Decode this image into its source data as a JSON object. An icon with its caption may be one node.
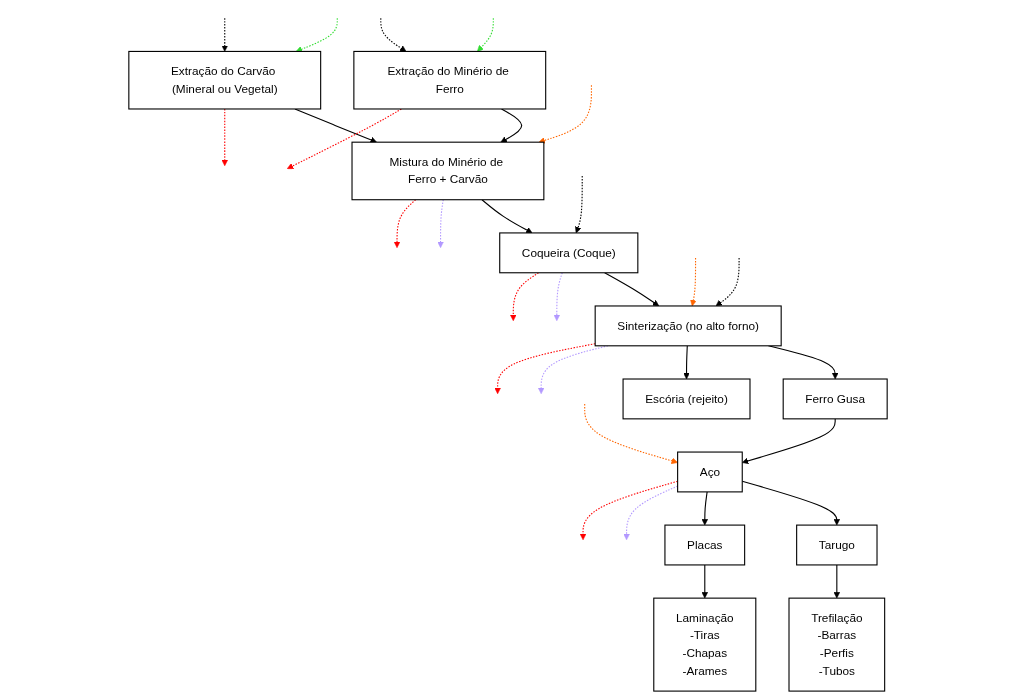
{
  "diagram": {
    "nodes": [
      {
        "text": [
          "Extração do Minério de Ferro"
        ]
      },
      {
        "text": [
          "Extração do Carvão (Mineral ou Vegetal)"
        ]
      },
      {
        "text": [
          "Aço"
        ]
      },
      {
        "text": [
          "Mistura do Minério de Ferro + Carvão"
        ]
      },
      {
        "text": [
          "Tarugo"
        ]
      },
      {
        "text": [
          "Placas"
        ]
      },
      {
        "text": [
          "Coqueira (Coque)"
        ]
      },
      {
        "text": [
          "Trefilação",
          "-Barras",
          "-Perfis",
          "-Tubos"
        ]
      },
      {
        "text": [
          "Laminação",
          "-Tiras",
          "-Chapas",
          "-Arames"
        ]
      },
      {
        "text": [
          "Sinterização (no alto forno)"
        ]
      },
      {
        "text": [
          "Ferro Gusa"
        ]
      },
      {
        "text": [
          "Escória (rejeito)"
        ]
      }
    ],
    "edges": [
      {
        "from": 0,
        "to": 3,
        "arrow": "to"
      },
      {
        "from": 1,
        "to": 3,
        "arrow": "to"
      },
      {
        "from": 3,
        "to": 6,
        "arrow": "to"
      },
      {
        "from": 6,
        "to": 9,
        "arrow": "to"
      },
      {
        "from": 9,
        "to": 10,
        "arrow": "to"
      },
      {
        "from": 9,
        "to": 11,
        "arrow": "to"
      },
      {
        "from": 10,
        "to": 2,
        "arrow": "to"
      },
      {
        "from": 2,
        "to": 4,
        "arrow": "to"
      },
      {
        "from": 2,
        "to": 5,
        "arrow": "to"
      },
      {
        "from": 4,
        "to": 7,
        "arrow": "to"
      },
      {
        "from": 5,
        "to": 8,
        "arrow": "to"
      },
      {
        "from": null,
        "to": 0,
        "arrow": "to",
        "style": "dashed",
        "color": "#33dd33"
      },
      {
        "from": null,
        "to": 0,
        "arrow": "to",
        "style": "dashed"
      },
      {
        "from": 0,
        "to": null,
        "arrow": "to",
        "style": "dashed",
        "color": "#ff0000"
      },
      {
        "from": null,
        "to": 1,
        "arrow": "to",
        "style": "dashed",
        "color": "#33dd33"
      },
      {
        "from": null,
        "to": 1,
        "arrow": "to",
        "style": "dashed"
      },
      {
        "from": 1,
        "to": null,
        "arrow": "to",
        "style": "dashed",
        "color": "#ff0000"
      },
      {
        "from": null,
        "to": 2,
        "arrow": "to",
        "style": "dashed",
        "color": "#ff6600"
      },
      {
        "from": 2,
        "to": null,
        "arrow": "to",
        "style": "dashed",
        "color": "#b399ff"
      },
      {
        "from": 2,
        "to": null,
        "arrow": "to",
        "style": "dashed",
        "color": "#ff0000"
      },
      {
        "from": null,
        "to": 3,
        "arrow": "to",
        "style": "dashed",
        "color": "#ff6600"
      },
      {
        "from": 3,
        "to": null,
        "arrow": "to",
        "style": "dashed",
        "color": "#b399ff"
      },
      {
        "from": 3,
        "to": null,
        "arrow": "to",
        "style": "dashed",
        "color": "#ff0000"
      },
      {
        "from": null,
        "to": 6,
        "arrow": "to",
        "style": "dashed"
      },
      {
        "from": 6,
        "to": null,
        "arrow": "to",
        "style": "dashed",
        "color": "#b399ff"
      },
      {
        "from": 6,
        "to": null,
        "arrow": "to",
        "style": "dashed",
        "color": "#ff0000"
      },
      {
        "from": null,
        "to": 9,
        "arrow": "to",
        "style": "dashed",
        "color": "#ff6600"
      },
      {
        "from": null,
        "to": 9,
        "arrow": "to",
        "style": "dashed"
      },
      {
        "from": 9,
        "to": null,
        "arrow": "to",
        "style": "dashed",
        "color": "#b399ff"
      },
      {
        "from": 9,
        "to": null,
        "arrow": "to",
        "style": "dashed",
        "color": "#ff0000"
      }
    ]
  }
}
